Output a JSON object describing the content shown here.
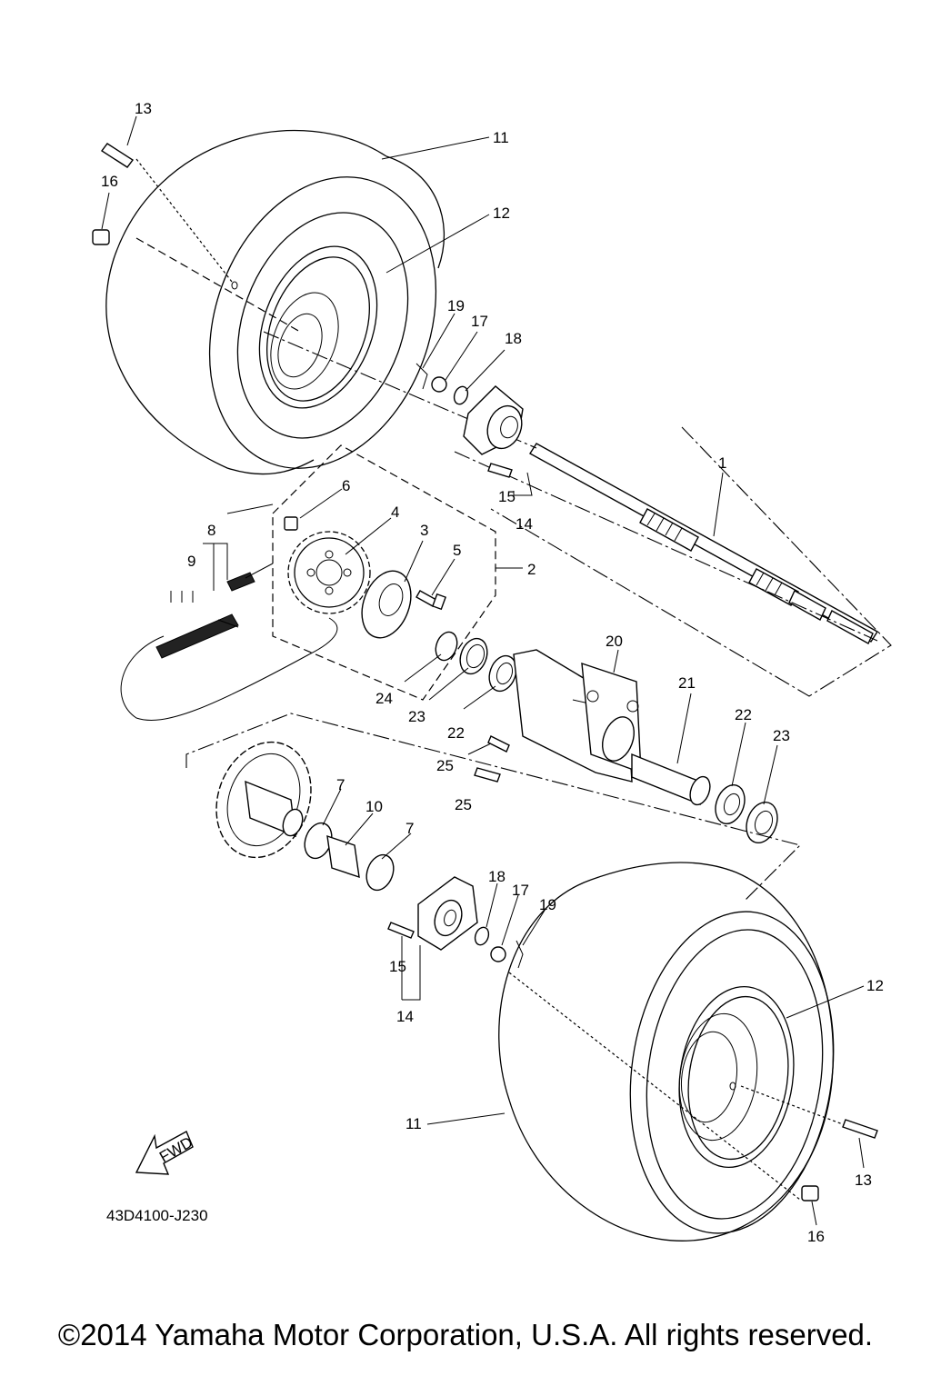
{
  "diagram": {
    "code": "43D4100-J230",
    "fwd_label": "FWD",
    "callouts": [
      {
        "id": "c1",
        "text": "1"
      },
      {
        "id": "c2",
        "text": "2"
      },
      {
        "id": "c3",
        "text": "3"
      },
      {
        "id": "c4",
        "text": "4"
      },
      {
        "id": "c5",
        "text": "5"
      },
      {
        "id": "c6",
        "text": "6"
      },
      {
        "id": "c7a",
        "text": "7"
      },
      {
        "id": "c7b",
        "text": "7"
      },
      {
        "id": "c8",
        "text": "8"
      },
      {
        "id": "c9",
        "text": "9"
      },
      {
        "id": "c10",
        "text": "10"
      },
      {
        "id": "c11a",
        "text": "11"
      },
      {
        "id": "c11b",
        "text": "11"
      },
      {
        "id": "c12a",
        "text": "12"
      },
      {
        "id": "c12b",
        "text": "12"
      },
      {
        "id": "c13a",
        "text": "13"
      },
      {
        "id": "c13b",
        "text": "13"
      },
      {
        "id": "c14a",
        "text": "14"
      },
      {
        "id": "c14b",
        "text": "14"
      },
      {
        "id": "c15a",
        "text": "15"
      },
      {
        "id": "c15b",
        "text": "15"
      },
      {
        "id": "c16a",
        "text": "16"
      },
      {
        "id": "c16b",
        "text": "16"
      },
      {
        "id": "c17a",
        "text": "17"
      },
      {
        "id": "c17b",
        "text": "17"
      },
      {
        "id": "c18a",
        "text": "18"
      },
      {
        "id": "c18b",
        "text": "18"
      },
      {
        "id": "c19a",
        "text": "19"
      },
      {
        "id": "c19b",
        "text": "19"
      },
      {
        "id": "c20",
        "text": "20"
      },
      {
        "id": "c21",
        "text": "21"
      },
      {
        "id": "c22a",
        "text": "22"
      },
      {
        "id": "c22b",
        "text": "22"
      },
      {
        "id": "c23a",
        "text": "23"
      },
      {
        "id": "c23b",
        "text": "23"
      },
      {
        "id": "c24",
        "text": "24"
      },
      {
        "id": "c25a",
        "text": "25"
      },
      {
        "id": "c25b",
        "text": "25"
      }
    ]
  },
  "footer": {
    "copyright": "©2014 Yamaha Motor Corporation, U.S.A. All rights reserved."
  }
}
